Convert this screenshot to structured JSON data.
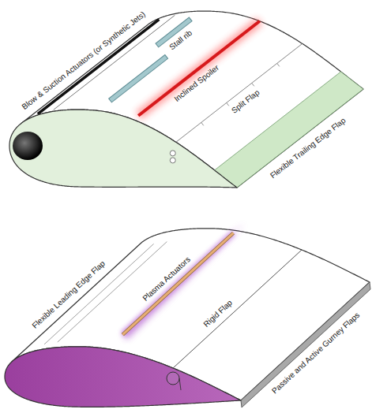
{
  "diagram": {
    "labels": [
      "Blow & Suction Actuators (or Synthetic Jets)",
      "Stall rib",
      "Inclined Spoiler",
      "Split Flap",
      "Flexible Trailing Edge Flap",
      "Flexible Leading Edge Flap",
      "Plasma Actuators",
      "Rigid Flap",
      "Passive and Active Gurney Flaps"
    ]
  }
}
